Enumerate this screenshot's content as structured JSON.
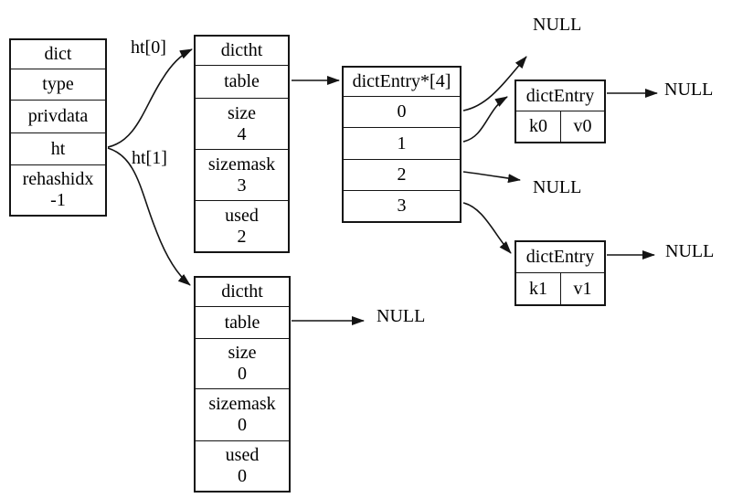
{
  "labels": {
    "null": "NULL",
    "ht0": "ht[0]",
    "ht1": "ht[1]"
  },
  "nodes": {
    "dict": {
      "cells": [
        "dict",
        "type",
        "privdata",
        "ht",
        "rehashidx\n-1"
      ]
    },
    "hashtable0": {
      "cells": [
        "dictht",
        "table",
        "size\n4",
        "sizemask\n3",
        "used\n2"
      ]
    },
    "bucket_array": {
      "cells": [
        "dictEntry*[4]",
        "0",
        "1",
        "2",
        "3"
      ]
    },
    "entry0": {
      "title": "dictEntry",
      "key": "k0",
      "value": "v0"
    },
    "entry1": {
      "title": "dictEntry",
      "key": "k1",
      "value": "v1"
    },
    "hashtable1": {
      "cells": [
        "dictht",
        "table",
        "size\n0",
        "sizemask\n0",
        "used\n0"
      ]
    }
  }
}
